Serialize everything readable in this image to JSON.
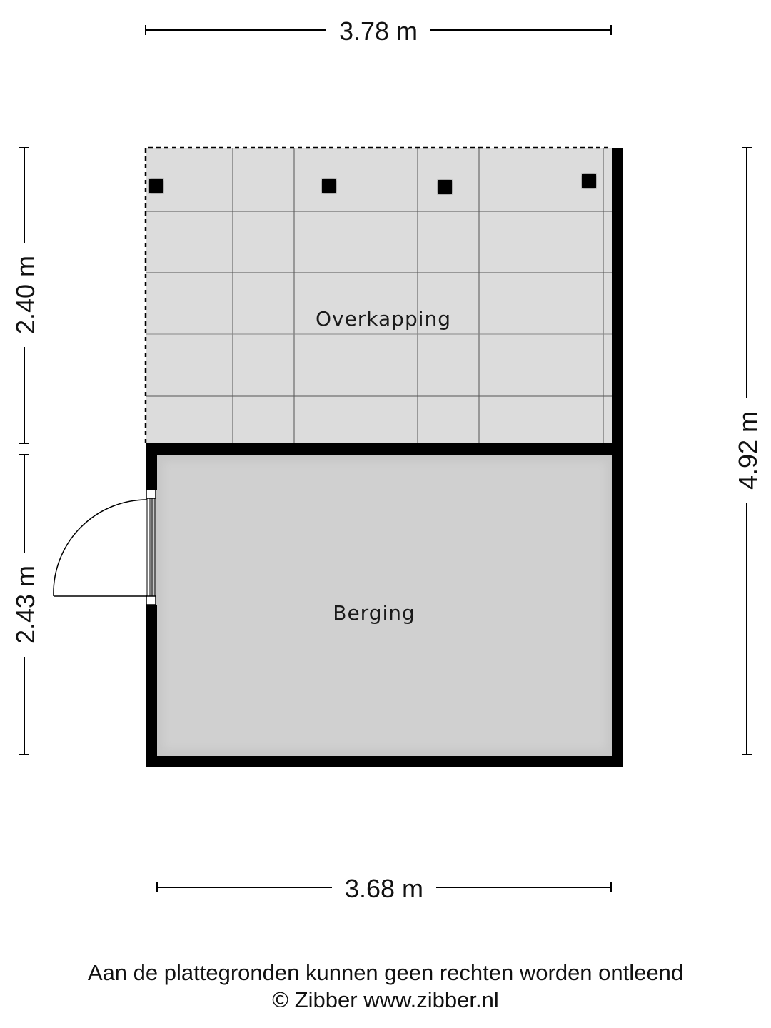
{
  "dimensions": {
    "top_width": "3.78 m",
    "bottom_width": "3.68 m",
    "left_upper_height": "2.40 m",
    "left_lower_height": "2.43 m",
    "right_total_height": "4.92 m"
  },
  "rooms": {
    "overkapping": "Overkapping",
    "berging": "Berging"
  },
  "footer": {
    "disclaimer": "Aan de plattegronden kunnen geen rechten worden ontleend",
    "copyright": "© Zibber www.zibber.nl"
  },
  "colors": {
    "overkapping_fill": "#dcdcdc",
    "berging_fill": "#cccccc",
    "wall": "#000000"
  }
}
